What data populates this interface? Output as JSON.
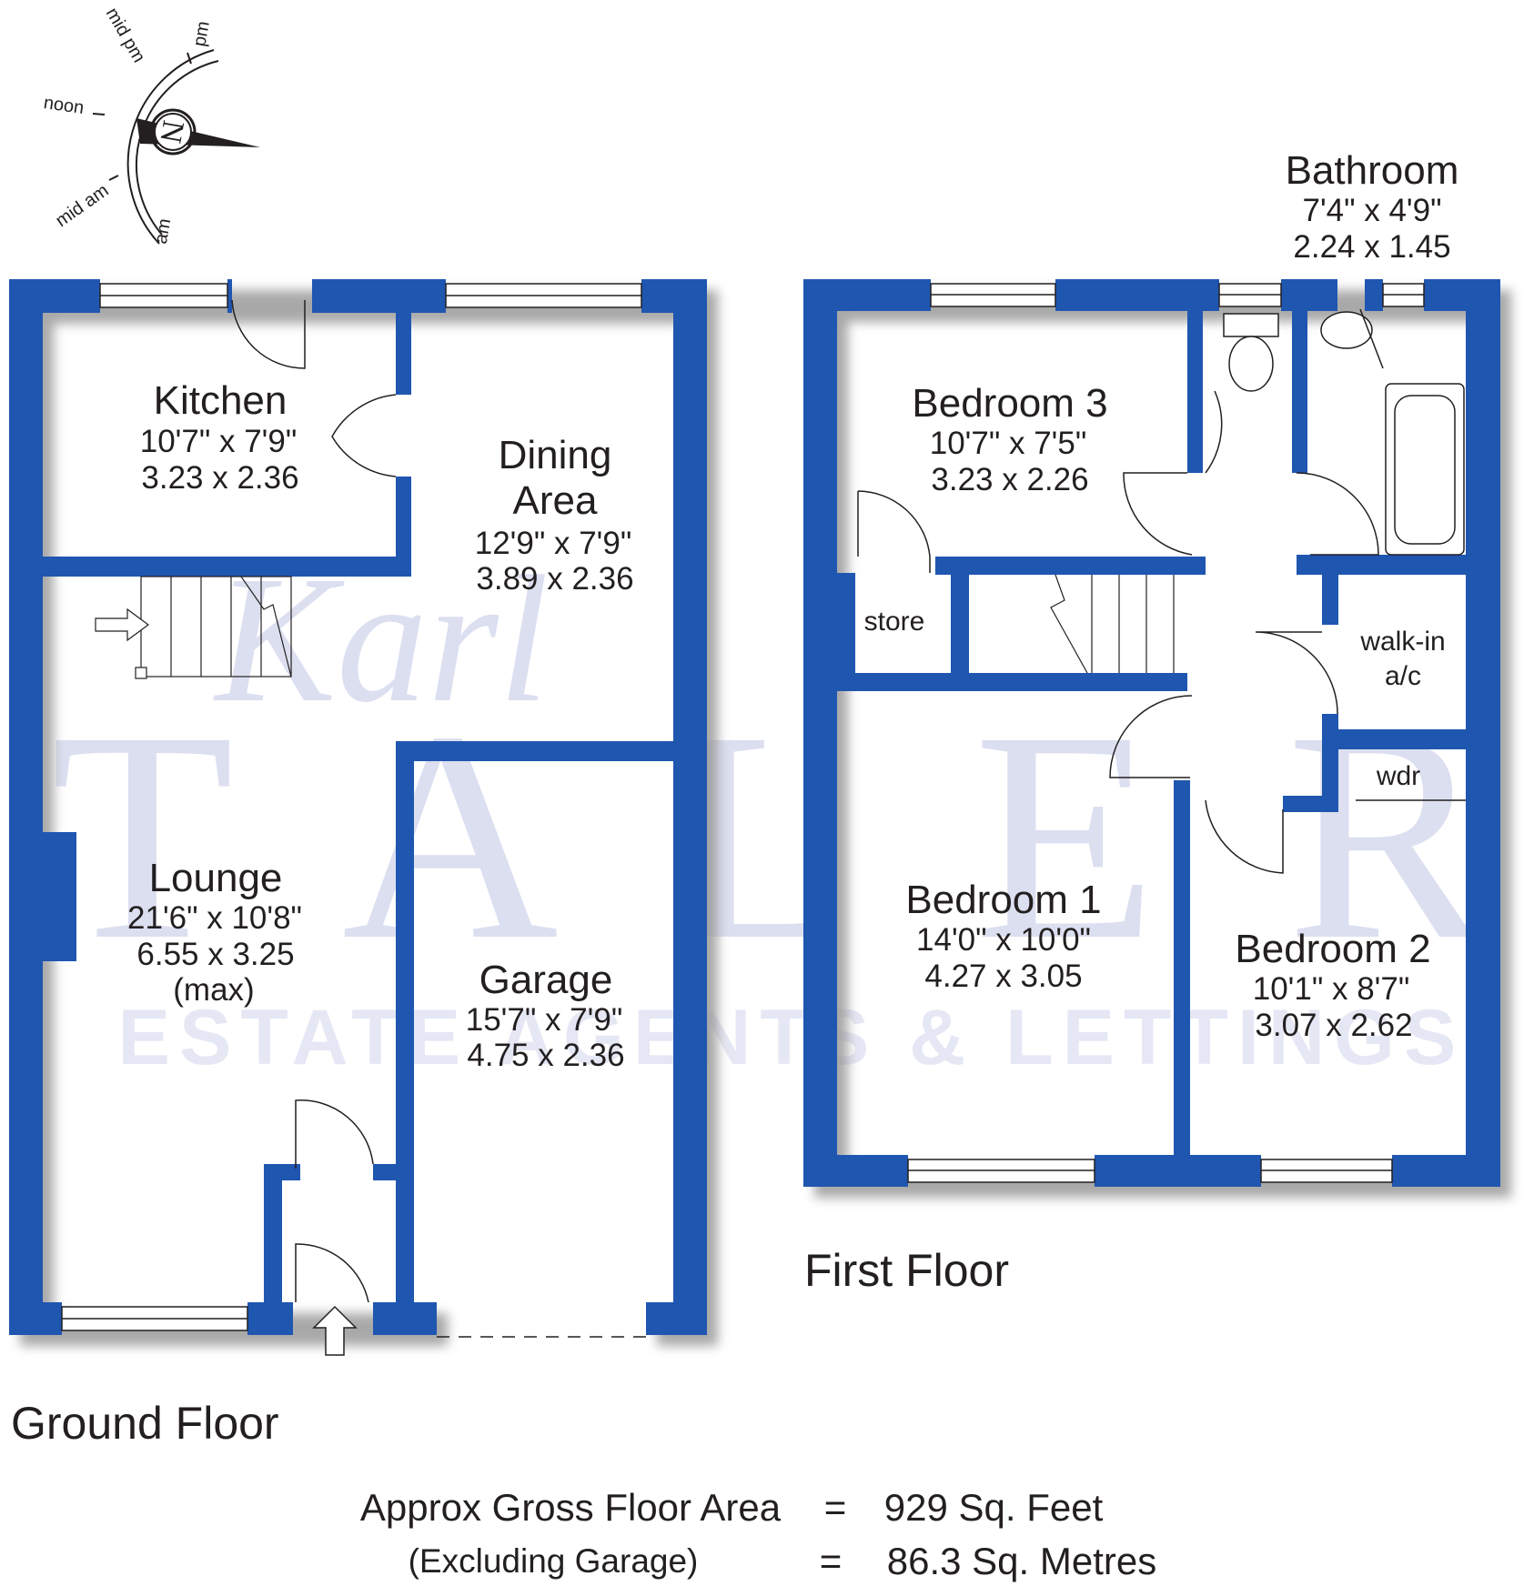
{
  "compass": {
    "north_letter": "N",
    "labels": {
      "pm": "pm",
      "mid_pm": "mid pm",
      "noon": "noon",
      "mid_am": "mid am",
      "am": "am"
    }
  },
  "watermark": {
    "script": "Karl",
    "letters": "T A L E R",
    "tagline": "ESTATE AGENTS & LETTINGS"
  },
  "ground_floor": {
    "title": "Ground Floor",
    "kitchen": {
      "name": "Kitchen",
      "imperial": "10'7\" x 7'9\"",
      "metric": "3.23 x 2.36"
    },
    "dining": {
      "name_line1": "Dining",
      "name_line2": "Area",
      "imperial": "12'9\" x 7'9\"",
      "metric": "3.89 x 2.36"
    },
    "lounge": {
      "name": "Lounge",
      "imperial": "21'6\" x 10'8\"",
      "metric": "6.55 x 3.25",
      "note": "(max)"
    },
    "garage": {
      "name": "Garage",
      "imperial": "15'7\" x 7'9\"",
      "metric": "4.75 x 2.36"
    }
  },
  "first_floor": {
    "title": "First Floor",
    "bathroom": {
      "name": "Bathroom",
      "imperial": "7'4\" x 4'9\"",
      "metric": "2.24 x 1.45"
    },
    "bedroom3": {
      "name": "Bedroom 3",
      "imperial": "10'7\" x 7'5\"",
      "metric": "3.23 x 2.26"
    },
    "store": {
      "name": "store"
    },
    "walkin": {
      "line1": "walk-in",
      "line2": "a/c"
    },
    "wdr": {
      "name": "wdr"
    },
    "bedroom1": {
      "name": "Bedroom 1",
      "imperial": "14'0\" x 10'0\"",
      "metric": "4.27 x 3.05"
    },
    "bedroom2": {
      "name": "Bedroom 2",
      "imperial": "10'1\" x 8'7\"",
      "metric": "3.07 x 2.62"
    }
  },
  "area": {
    "label": "Approx Gross Floor Area",
    "note": "(Excluding Garage)",
    "equals": "=",
    "sqft": "929  Sq. Feet",
    "sqm": "86.3  Sq. Metres"
  },
  "colors": {
    "wall": "#1f56b0",
    "shadow": "#9a9a9a",
    "text": "#231f20",
    "watermark": "#d9dcef"
  }
}
